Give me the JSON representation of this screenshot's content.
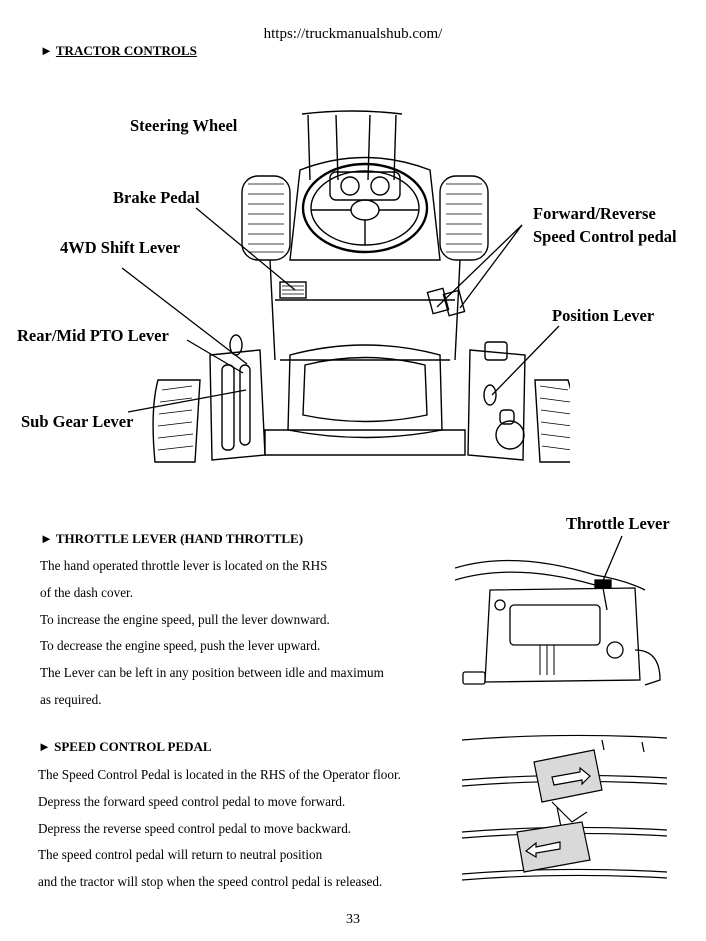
{
  "header": {
    "url": "https://truckmanualshub.com/"
  },
  "tractor_controls": {
    "heading": "TRACTOR CONTROLS",
    "labels": {
      "steering_wheel": "Steering Wheel",
      "brake_pedal": "Brake Pedal",
      "shift_4wd": "4WD Shift Lever",
      "pto": "Rear/Mid PTO Lever",
      "sub_gear": "Sub Gear Lever",
      "fr_line1": "Forward/Reverse",
      "fr_line2": "Speed Control pedal",
      "position": "Position Lever"
    }
  },
  "throttle": {
    "heading": "THROTTLE LEVER (HAND THROTTLE)",
    "figure_label": "Throttle Lever",
    "lines": [
      "The hand operated throttle lever is located on the RHS",
      "of the dash cover.",
      "To increase the engine speed, pull the lever downward.",
      "To decrease the engine speed, push the lever upward.",
      "The Lever can be left in any position between idle and maximum",
      "as required."
    ]
  },
  "speed_pedal": {
    "heading": "SPEED CONTROL PEDAL",
    "lines": [
      "The Speed Control Pedal is located in the RHS of the Operator floor.",
      "Depress the forward speed control pedal to move forward.",
      "Depress the reverse speed control pedal to move backward.",
      "The speed control pedal will return to neutral position",
      "and the tractor will stop when the speed control pedal is released."
    ]
  },
  "footer": {
    "page_number": "33"
  }
}
